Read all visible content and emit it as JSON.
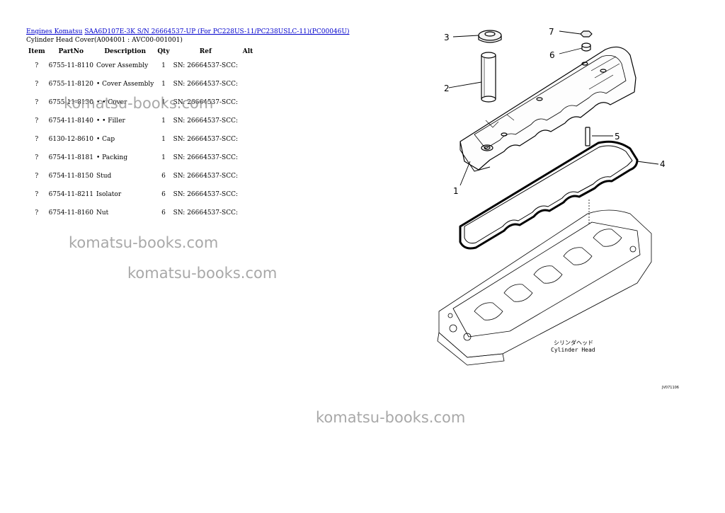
{
  "breadcrumb": {
    "link1": "Engines Komatsu",
    "link2": "SAA6D107E-3K S/N 26664537-UP (For PC228US-11/PC238USLC-11)(PC00046U)"
  },
  "subtitle": "Cylinder Head Cover(A004001 : AVC00-001001)",
  "table": {
    "headers": [
      "Item",
      "PartNo",
      "Description",
      "Qty",
      "Ref",
      "Alt"
    ],
    "rows": [
      {
        "item": "?",
        "part": "6755-11-8110",
        "desc": "Cover Assembly",
        "qty": "1",
        "ref": "SN: 26664537-SCC:",
        "alt": ""
      },
      {
        "item": "?",
        "part": "6755-11-8120",
        "desc": "• Cover Assembly",
        "qty": "1",
        "ref": "SN: 26664537-SCC:",
        "alt": ""
      },
      {
        "item": "?",
        "part": "6755-11-8130",
        "desc": "• • Cover",
        "qty": "1",
        "ref": "SN: 26664537-SCC:",
        "alt": ""
      },
      {
        "item": "?",
        "part": "6754-11-8140",
        "desc": "• • Filler",
        "qty": "1",
        "ref": "SN: 26664537-SCC:",
        "alt": ""
      },
      {
        "item": "?",
        "part": "6130-12-8610",
        "desc": "• Cap",
        "qty": "1",
        "ref": "SN: 26664537-SCC:",
        "alt": ""
      },
      {
        "item": "?",
        "part": "6754-11-8181",
        "desc": "• Packing",
        "qty": "1",
        "ref": "SN: 26664537-SCC:",
        "alt": ""
      },
      {
        "item": "?",
        "part": "6754-11-8150",
        "desc": "Stud",
        "qty": "6",
        "ref": "SN: 26664537-SCC:",
        "alt": ""
      },
      {
        "item": "?",
        "part": "6754-11-8211",
        "desc": "Isolator",
        "qty": "6",
        "ref": "SN: 26664537-SCC:",
        "alt": ""
      },
      {
        "item": "?",
        "part": "6754-11-8160",
        "desc": "Nut",
        "qty": "6",
        "ref": "SN: 26664537-SCC:",
        "alt": ""
      }
    ]
  },
  "watermark": "komatsu-books.com",
  "diagram": {
    "callouts": [
      "1",
      "2",
      "3",
      "4",
      "5",
      "6",
      "7"
    ],
    "label_jp": "シリンダヘッド",
    "label_en": "Cylinder Head",
    "code": "JV071106"
  }
}
